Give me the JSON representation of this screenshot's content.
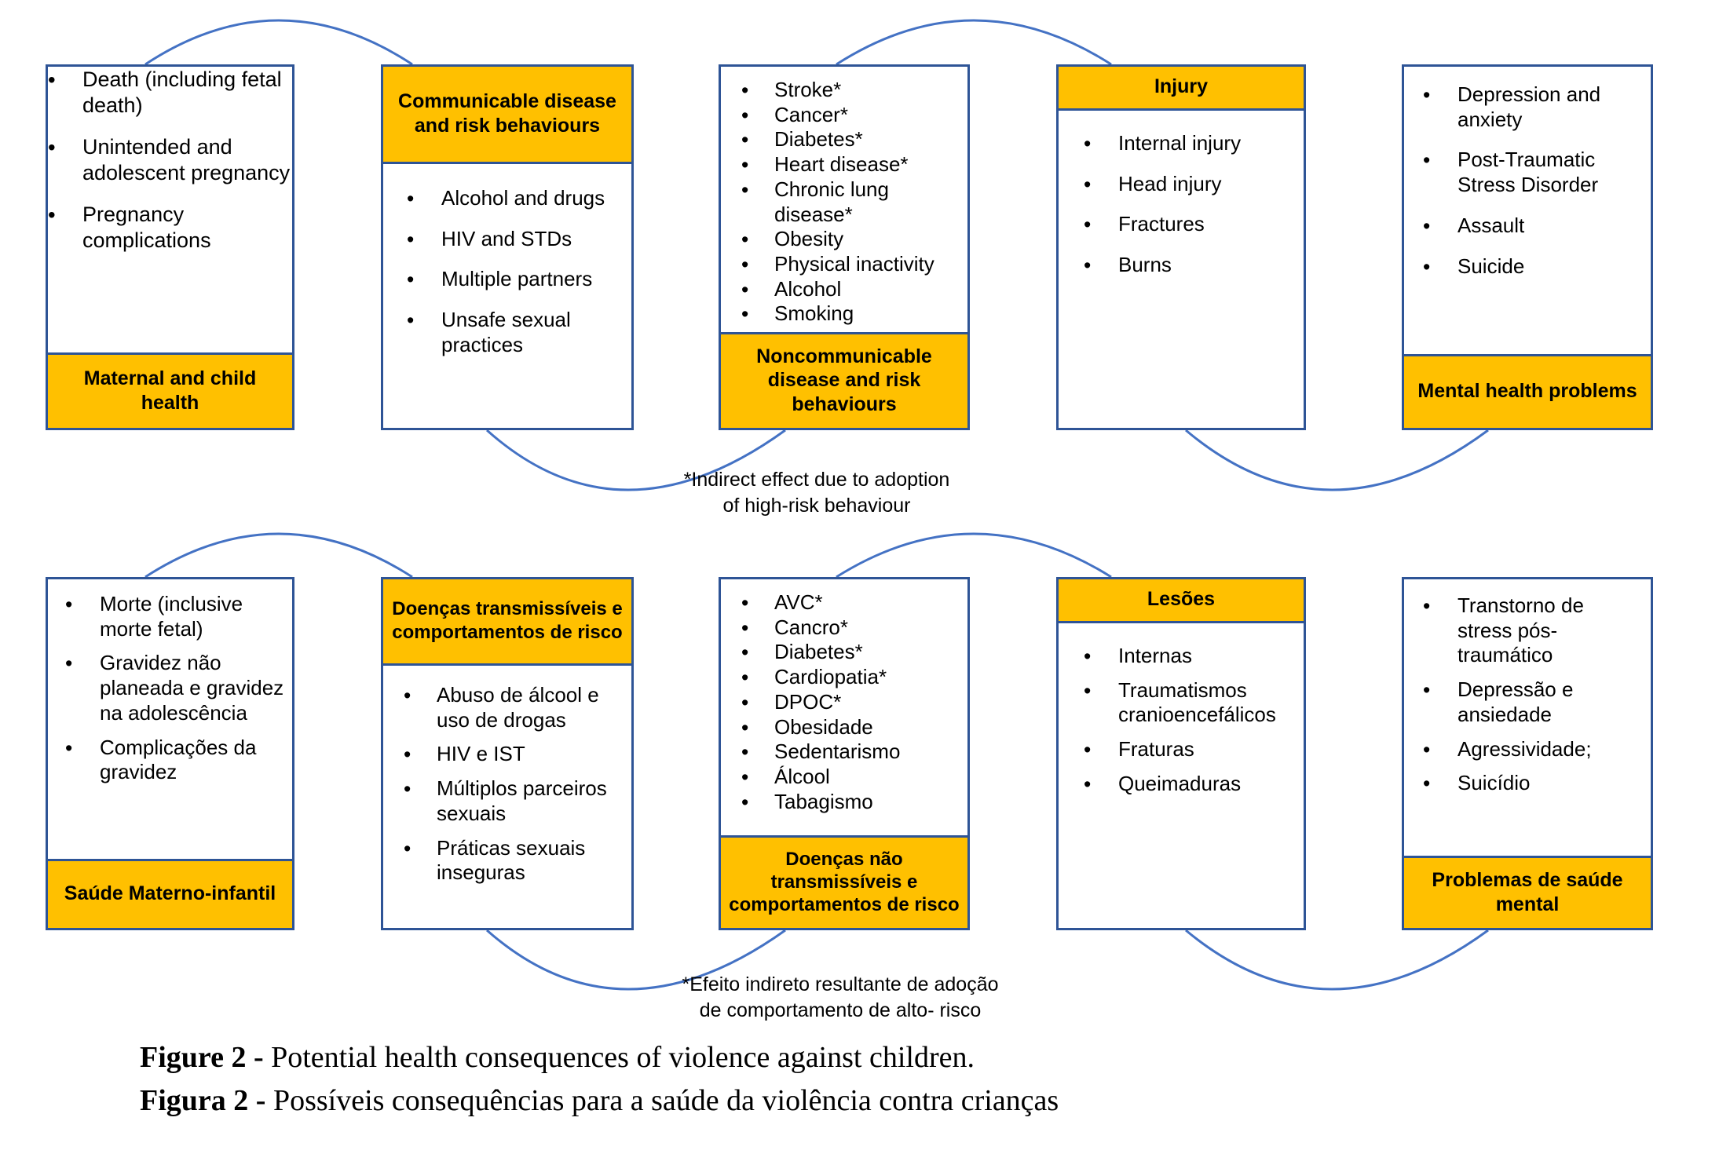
{
  "figure": {
    "caption_en_label": "Figure 2 -",
    "caption_en_text": " Potential health consequences of violence against children.",
    "caption_pt_label": "Figura 2 -",
    "caption_pt_text": " Possíveis consequências para a saúde da violência contra crianças"
  },
  "colors": {
    "header_fill": "#FFC000",
    "border": "#2E5496",
    "arc": "#4472C4",
    "text": "#000000",
    "background": "#FFFFFF"
  },
  "row_en": {
    "footnote": "*Indirect effect due to adoption\nof high-risk behaviour",
    "boxes": [
      {
        "id": "maternal-and-child-health",
        "header": "Maternal and child health",
        "header_position": "bottom",
        "items": [
          "Death (including fetal death)",
          "Unintended and adolescent pregnancy",
          "Pregnancy complications"
        ]
      },
      {
        "id": "communicable-disease-and-risk-behaviours",
        "header": "Communicable disease and risk behaviours",
        "header_position": "top",
        "items": [
          "Alcohol and drugs",
          "HIV and STDs",
          "Multiple partners",
          "Unsafe sexual practices"
        ]
      },
      {
        "id": "noncommunicable-disease-and-risk-behaviours",
        "header": "Noncommunicable disease and risk behaviours",
        "header_position": "bottom",
        "items": [
          "Stroke*",
          "Cancer*",
          "Diabetes*",
          "Heart disease*",
          "Chronic  lung disease*",
          "Obesity",
          "Physical inactivity",
          "Alcohol",
          "Smoking"
        ]
      },
      {
        "id": "injury",
        "header": "Injury",
        "header_position": "top",
        "items": [
          "Internal injury",
          "Head injury",
          "Fractures",
          "Burns"
        ]
      },
      {
        "id": "mental-health-problems",
        "header": "Mental health problems",
        "header_position": "bottom",
        "items": [
          "Depression and anxiety",
          "Post-Traumatic Stress Disorder",
          "Assault",
          "Suicide"
        ]
      }
    ]
  },
  "row_pt": {
    "footnote": "*Efeito indireto resultante de adoção\nde comportamento de alto- risco",
    "boxes": [
      {
        "id": "saude-materno-infantil",
        "header": "Saúde Materno-infantil",
        "header_position": "bottom",
        "items": [
          "Morte (inclusive morte fetal)",
          "Gravidez não planeada e gravidez na adolescência",
          "Complicações da gravidez"
        ]
      },
      {
        "id": "doencas-transmissiveis-e-comportamentos-de-risco",
        "header": "Doenças transmissíveis e comportamentos de risco",
        "header_position": "top",
        "items": [
          "Abuso de álcool e uso de drogas",
          "HIV e IST",
          "Múltiplos parceiros sexuais",
          "Práticas sexuais inseguras"
        ]
      },
      {
        "id": "doencas-nao-transmissiveis-e-comportamentos-de-risco",
        "header": "Doenças  não transmissíveis e comportamentos de risco",
        "header_position": "bottom",
        "items": [
          "AVC*",
          "Cancro*",
          "Diabetes*",
          "Cardiopatia*",
          "DPOC*",
          "Obesidade",
          "Sedentarismo",
          "Álcool",
          "Tabagismo"
        ]
      },
      {
        "id": "lesoes",
        "header": "Lesões",
        "header_position": "top",
        "items": [
          "Internas",
          "Traumatismos cranioencefálicos",
          "Fraturas",
          "Queimaduras"
        ]
      },
      {
        "id": "problemas-de-saude-mental",
        "header": "Problemas de saúde mental",
        "header_position": "bottom",
        "items": [
          "Transtorno de stress pós-traumático",
          "Depressão e ansiedade",
          "Agressividade;",
          "Suicídio"
        ]
      }
    ]
  }
}
